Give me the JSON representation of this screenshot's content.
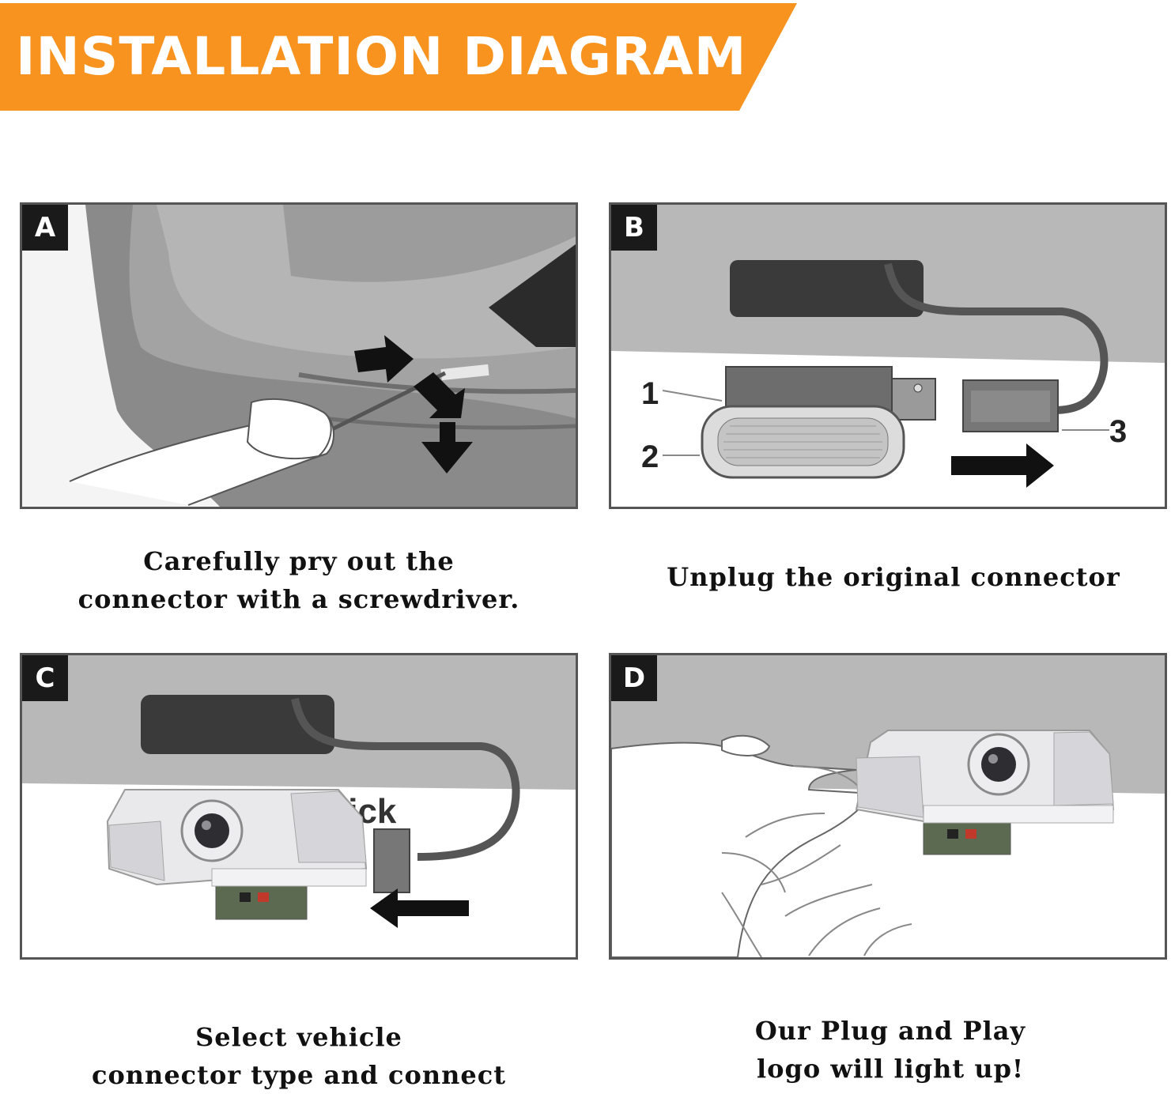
{
  "banner": {
    "title": "INSTALLATION DIAGRAM",
    "color": "#f7931e"
  },
  "steps": [
    {
      "letter": "A",
      "caption": [
        "Carefully pry out the",
        "connector with a screwdriver."
      ]
    },
    {
      "letter": "B",
      "caption": [
        "Unplug the original connector"
      ],
      "labels": [
        "1",
        "2",
        "3"
      ]
    },
    {
      "letter": "C",
      "caption": [
        "Select vehicle",
        "connector type and connect"
      ],
      "partial_text": "lick"
    },
    {
      "letter": "D",
      "caption": [
        "Our Plug and Play",
        "logo will light up!"
      ]
    }
  ]
}
